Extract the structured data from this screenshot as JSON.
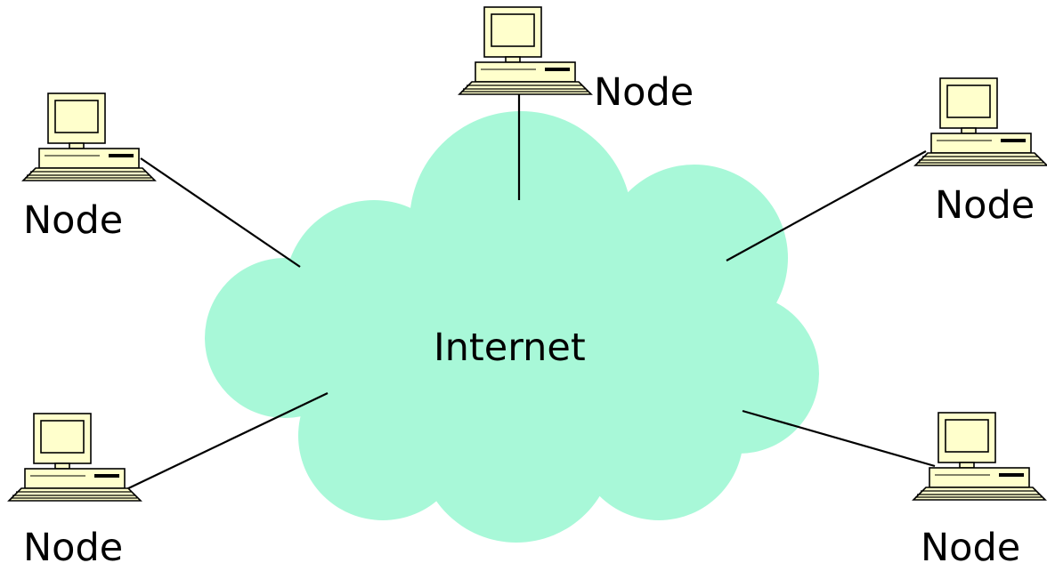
{
  "diagram": {
    "cloud_label": "Internet",
    "cloud_color": "#a8f8d8",
    "computer_color": "#ffffcc",
    "nodes": [
      {
        "id": "top",
        "label": "Node"
      },
      {
        "id": "top-left",
        "label": "Node"
      },
      {
        "id": "top-right",
        "label": "Node"
      },
      {
        "id": "bottom-left",
        "label": "Node"
      },
      {
        "id": "bottom-right",
        "label": "Node"
      }
    ]
  }
}
